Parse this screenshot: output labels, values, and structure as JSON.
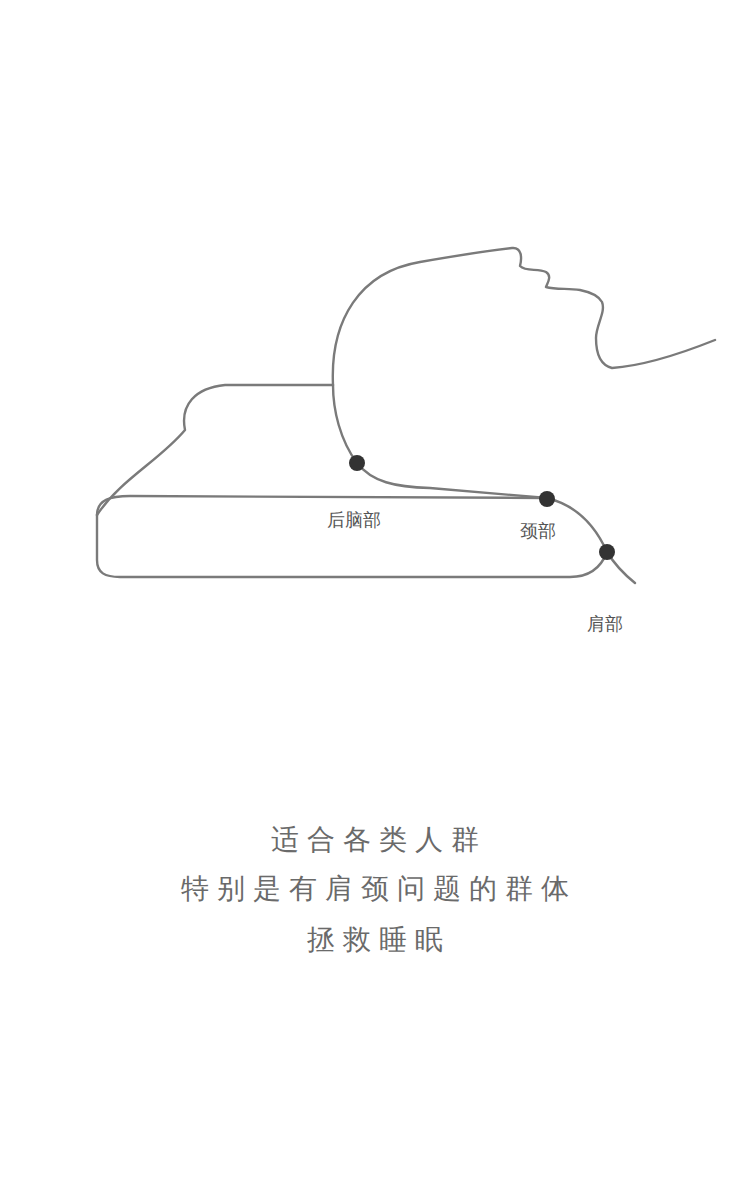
{
  "diagram": {
    "labels": [
      "后脑部",
      "颈部",
      "肩部",
      "适合各类人群",
      "特别是有肩颈问题的群体",
      "拯救睡眠"
    ]
  }
}
